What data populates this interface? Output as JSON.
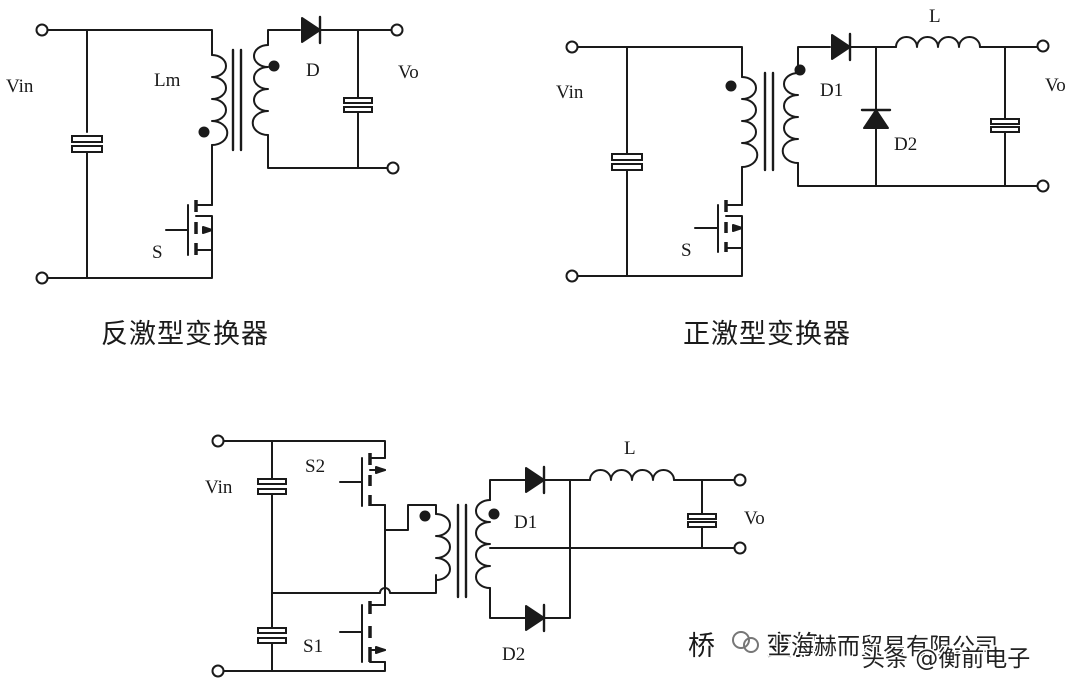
{
  "diagrams": {
    "flyback": {
      "title": "反激型变换器",
      "labels": {
        "vin": "Vin",
        "lm": "Lm",
        "d": "D",
        "vo": "Vo",
        "s": "S"
      }
    },
    "forward": {
      "title": "正激型变换器",
      "labels": {
        "vin": "Vin",
        "d1": "D1",
        "d2": "D2",
        "l": "L",
        "vo": "Vo",
        "s": "S"
      }
    },
    "bridge": {
      "title_prefix": "桥",
      "title_visible": "变换",
      "labels": {
        "vin": "Vin",
        "s2": "S2",
        "s1": "S1",
        "d1": "D1",
        "d2": "D2",
        "l": "L",
        "vo": "Vo"
      }
    }
  },
  "watermarks": {
    "company": "上海赫而贸易有限公司",
    "source": "头条 @衡前电子"
  }
}
